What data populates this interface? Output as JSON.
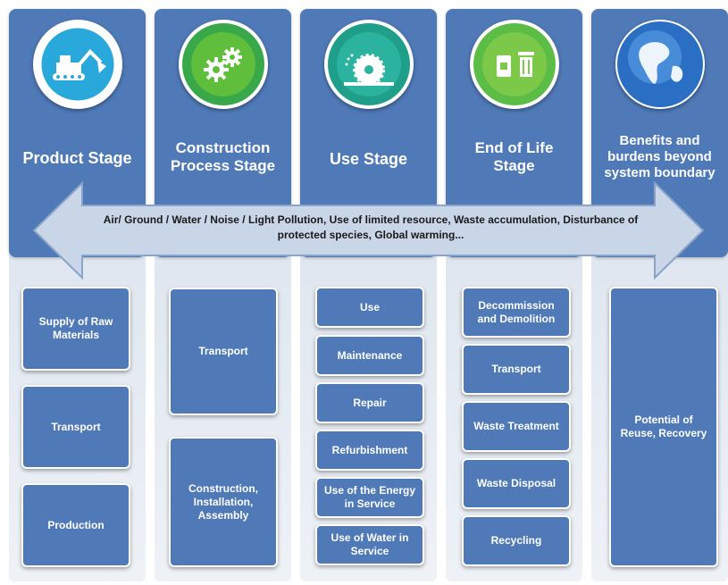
{
  "stages": [
    {
      "title": "Product Stage",
      "icon": "excavator-icon",
      "icon_bg": "#29a8dc"
    },
    {
      "title": "Construction Process Stage",
      "icon": "gears-icon",
      "icon_bg": "#38a84a"
    },
    {
      "title": "Use Stage",
      "icon": "saw-icon",
      "icon_bg": "#1f9e8a"
    },
    {
      "title": "End of Life Stage",
      "icon": "recycle-bin-icon",
      "icon_bg": "#5bbd46"
    },
    {
      "title": "Benefits and burdens beyond system boundary",
      "icon": "globe-icon",
      "icon_bg": "#2a6fc4"
    }
  ],
  "impact_banner": "Air/ Ground / Water / Noise / Light Pollution,  Use of limited resource, Waste accumulation, Disturbance of protected species, Global warming...",
  "product_boxes": [
    "Supply of Raw Materials",
    "Transport",
    "Production"
  ],
  "construction_boxes": [
    "Transport",
    "Construction, Installation, Assembly"
  ],
  "use_boxes": [
    "Use",
    "Maintenance",
    "Repair",
    "Refurbishment",
    "Use of the Energy in Service",
    "Use of Water in Service"
  ],
  "eol_boxes": [
    "Decommission and Demolition",
    "Transport",
    "Waste Treatment",
    "Waste Disposal",
    "Recycling"
  ],
  "benefit_boxes": [
    "Potential of Reuse, Recovery"
  ],
  "colors": {
    "panel": "#4f79b7",
    "arrow_fill": "#c9d6e8",
    "arrow_stroke": "#8aa3c8"
  }
}
